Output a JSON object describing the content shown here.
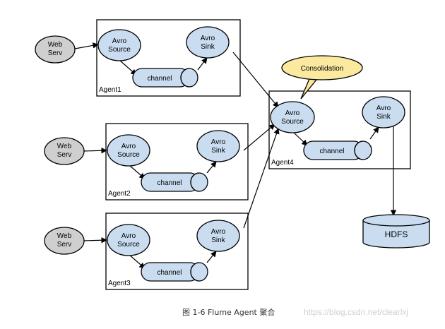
{
  "labels": {
    "web_serv": [
      "Web",
      "Serv"
    ],
    "avro_source": [
      "Avro",
      "Source"
    ],
    "avro_sink": [
      "Avro",
      "Sink"
    ],
    "channel": "channel",
    "consolidation": "Consolidation",
    "hdfs": "HDFS"
  },
  "agents": [
    {
      "name": "Agent1"
    },
    {
      "name": "Agent2"
    },
    {
      "name": "Agent3"
    },
    {
      "name": "Agent4"
    }
  ],
  "caption": "图 1-6 Flume Agent 聚合",
  "watermark": "https://blog.csdn.net/clearlxj",
  "colors": {
    "node_fill": "#c9dcf0",
    "web_fill": "#cfcfcf",
    "bubble_fill": "#fbe9a0"
  }
}
